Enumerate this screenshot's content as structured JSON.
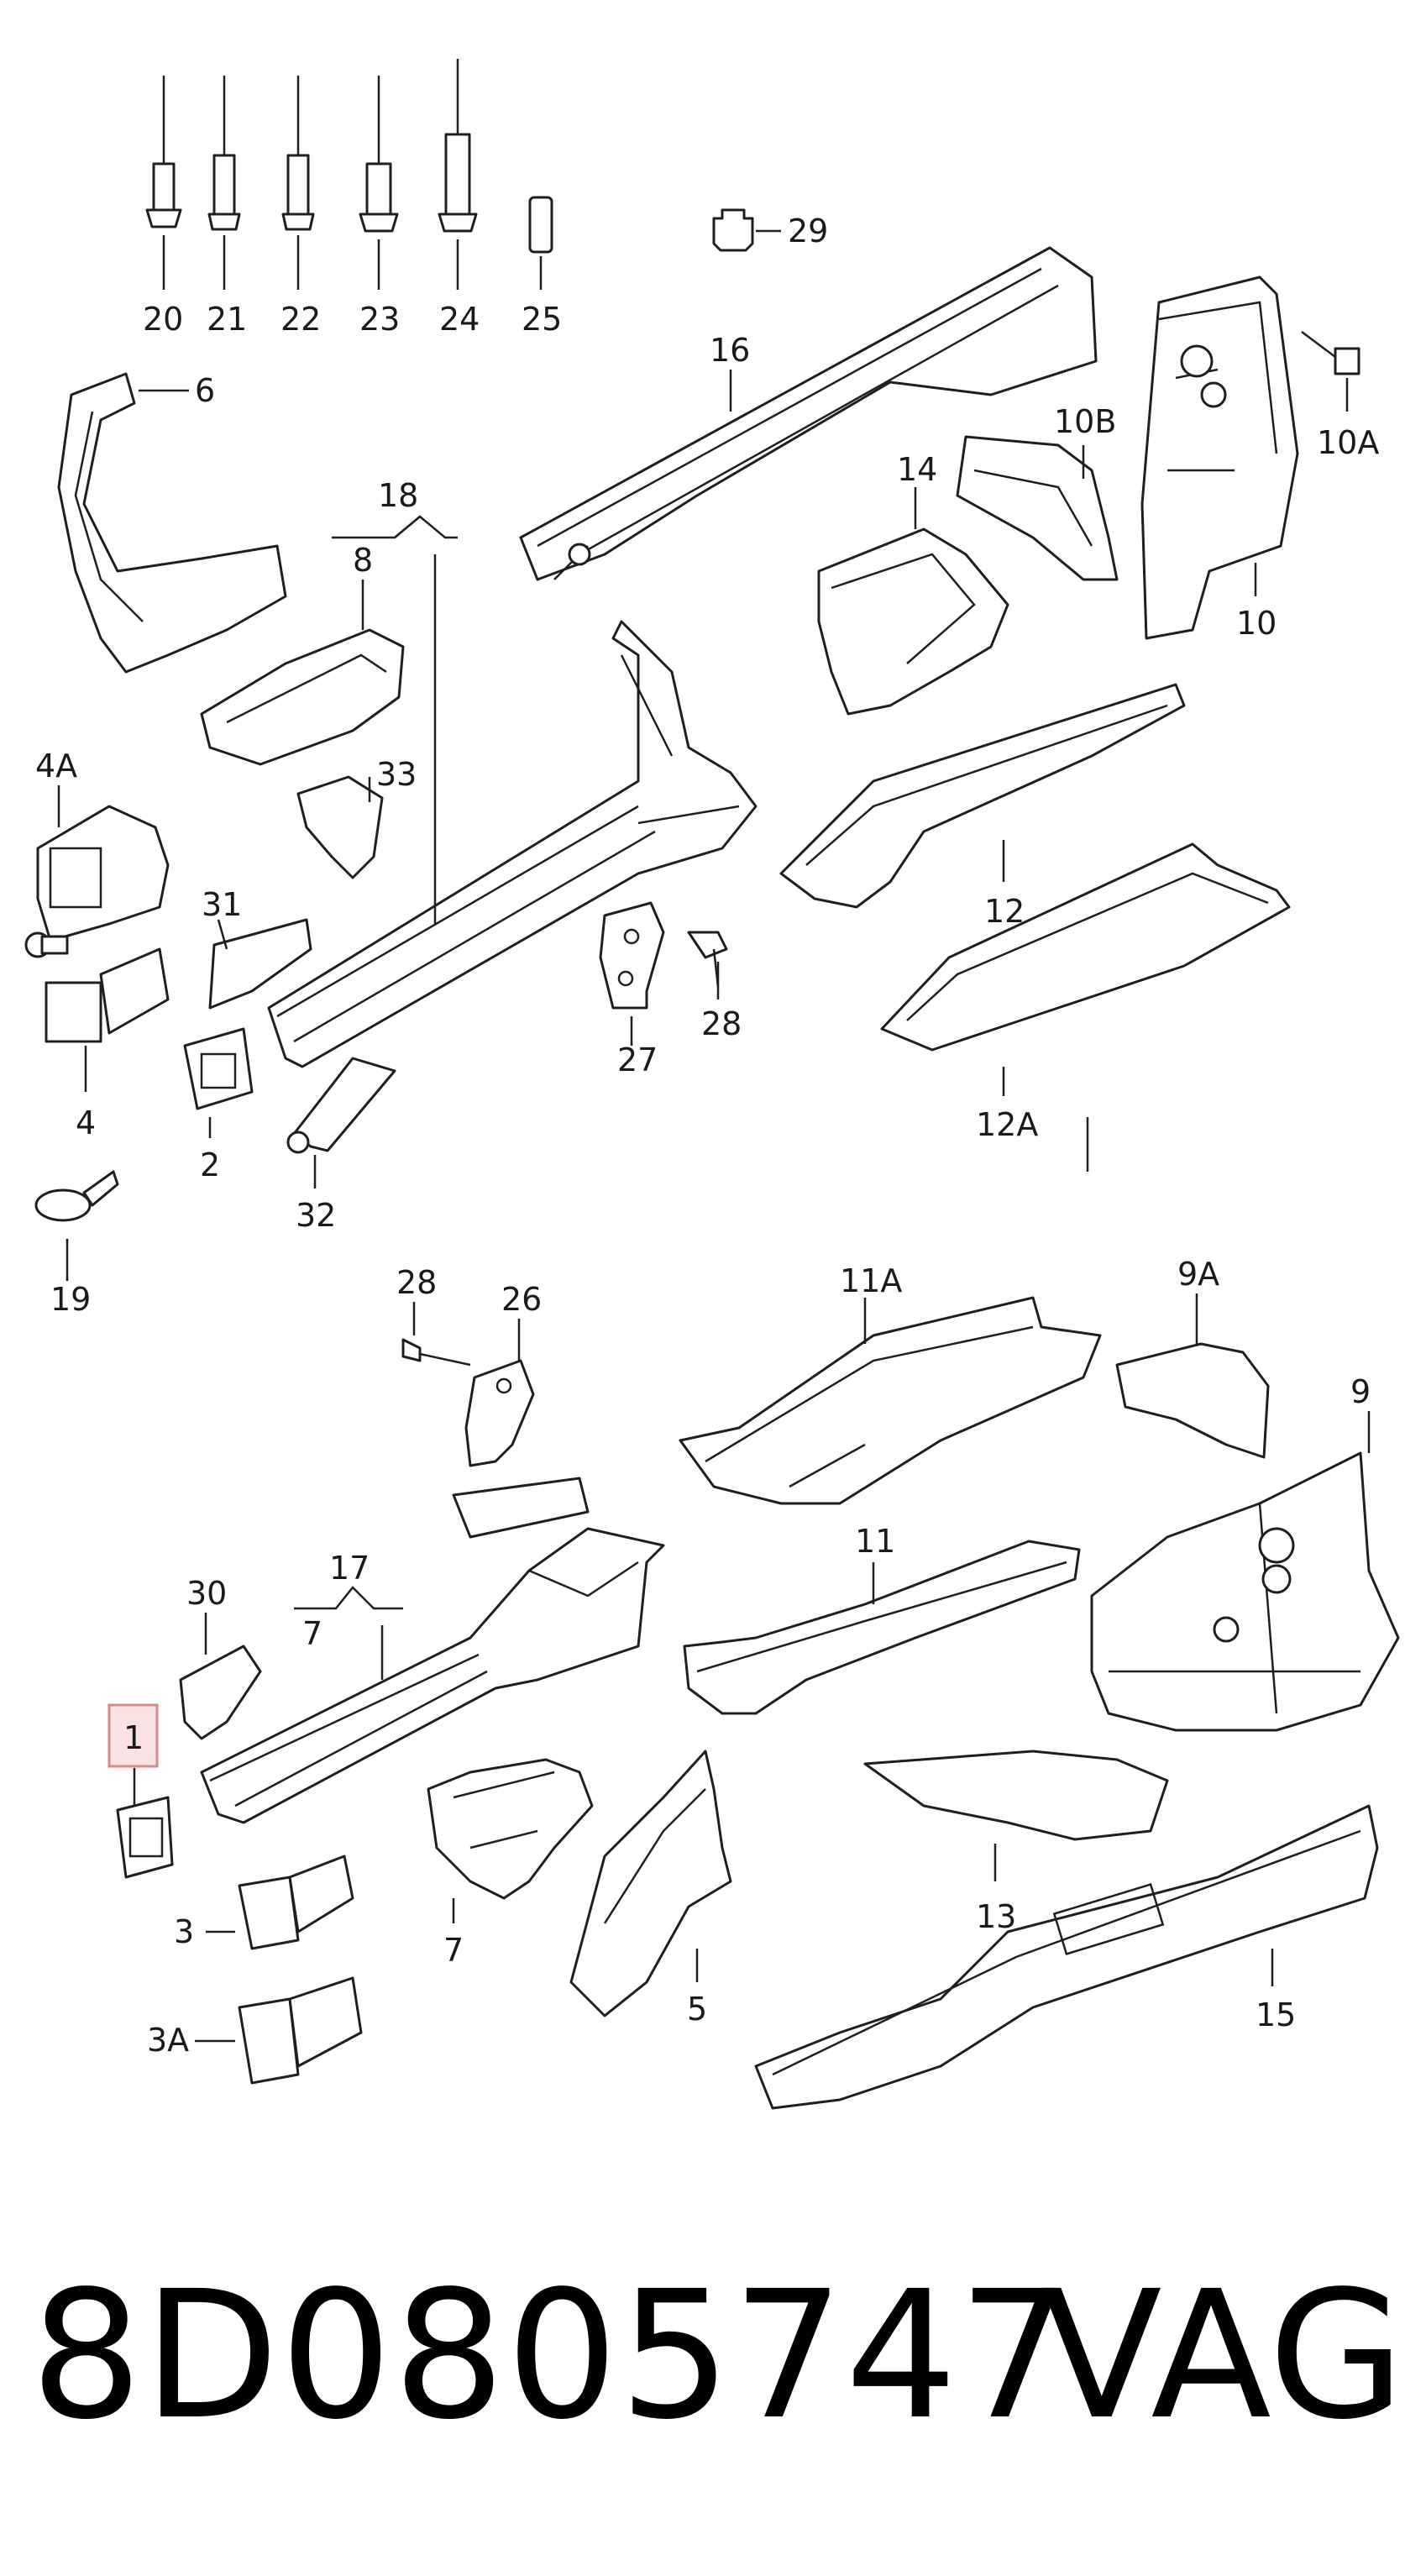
{
  "labels": {
    "l20": "20",
    "l21": "21",
    "l22": "22",
    "l23": "23",
    "l24": "24",
    "l25": "25",
    "l29": "29",
    "l16": "16",
    "l6": "6",
    "l10B": "10B",
    "l10A": "10A",
    "l14": "14",
    "l10": "10",
    "l18": "18",
    "l8": "8",
    "l4A": "4A",
    "l33": "33",
    "l12": "12",
    "l31": "31",
    "l4": "4",
    "l2": "2",
    "l27": "27",
    "l28a": "28",
    "l12A": "12A",
    "l32": "32",
    "l19": "19",
    "l28b": "28",
    "l26": "26",
    "l11A": "11A",
    "l9A": "9A",
    "l9": "9",
    "l17": "17",
    "l7a": "7",
    "l30": "30",
    "l11": "11",
    "l1": "1",
    "l13": "13",
    "l3": "3",
    "l7b": "7",
    "l5": "5",
    "l15": "15",
    "l3A": "3A"
  },
  "footer": {
    "part_number": "8D0805747",
    "brand": "VAG"
  },
  "highlight": {
    "label": "1",
    "color": "#fbe3e3",
    "border_color": "#d88a8a"
  }
}
